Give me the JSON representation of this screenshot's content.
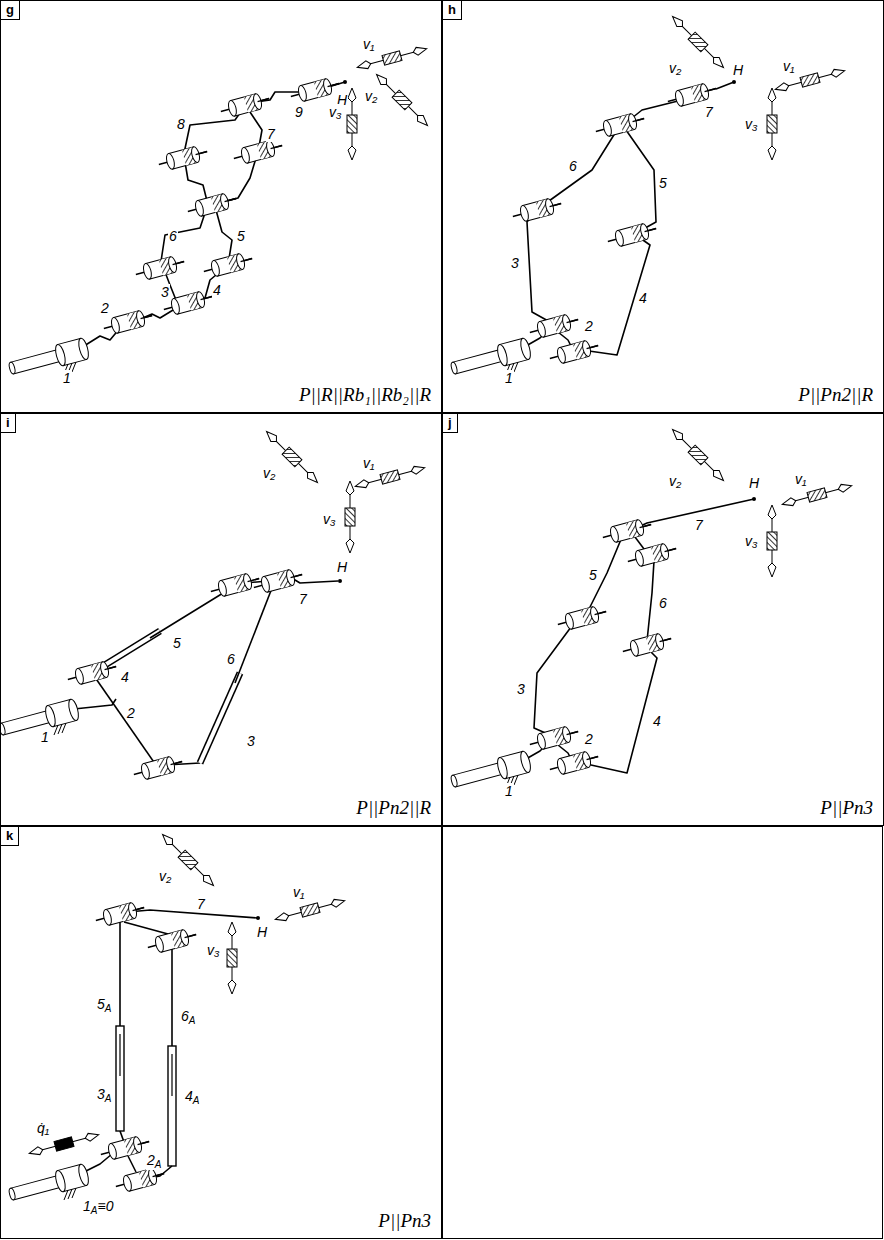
{
  "diagram": {
    "nodes": [
      {
        "text": [
          "P||R||Rb₁||Rb₂||R"
        ]
      },
      {
        "text": [
          "g"
        ],
        "in": 0
      },
      {
        "text": [
          "P||Pn2||R"
        ]
      },
      {
        "text": [
          "h"
        ],
        "in": 2
      },
      {
        "text": [
          "P||Pn2||R"
        ]
      },
      {
        "text": [
          "i"
        ],
        "in": 4
      },
      {
        "text": [
          "P||Pn3"
        ]
      },
      {
        "text": [
          "j"
        ],
        "in": 6
      },
      {
        "text": [
          "P||Pn3"
        ]
      },
      {
        "text": [
          "k"
        ],
        "in": 8
      }
    ],
    "labels": [
      "1",
      "2",
      "3",
      "4",
      "5",
      "6",
      "7",
      "8",
      "9",
      "H",
      "v₁",
      "v₂",
      "v₃",
      "1",
      "2",
      "3",
      "4",
      "5",
      "6",
      "7",
      "H",
      "v₁",
      "v₂",
      "v₃",
      "1",
      "2",
      "3",
      "4",
      "5",
      "6",
      "7",
      "H",
      "v₁",
      "v₂",
      "v₃",
      "1",
      "2",
      "3",
      "4",
      "5",
      "6",
      "7",
      "H",
      "v₁",
      "v₂",
      "v₃",
      "q̇₁",
      "1A≡0",
      "2A",
      "3A",
      "4A",
      "5A",
      "6A",
      "7",
      "H",
      "v₁",
      "v₂",
      "v₃"
    ]
  }
}
